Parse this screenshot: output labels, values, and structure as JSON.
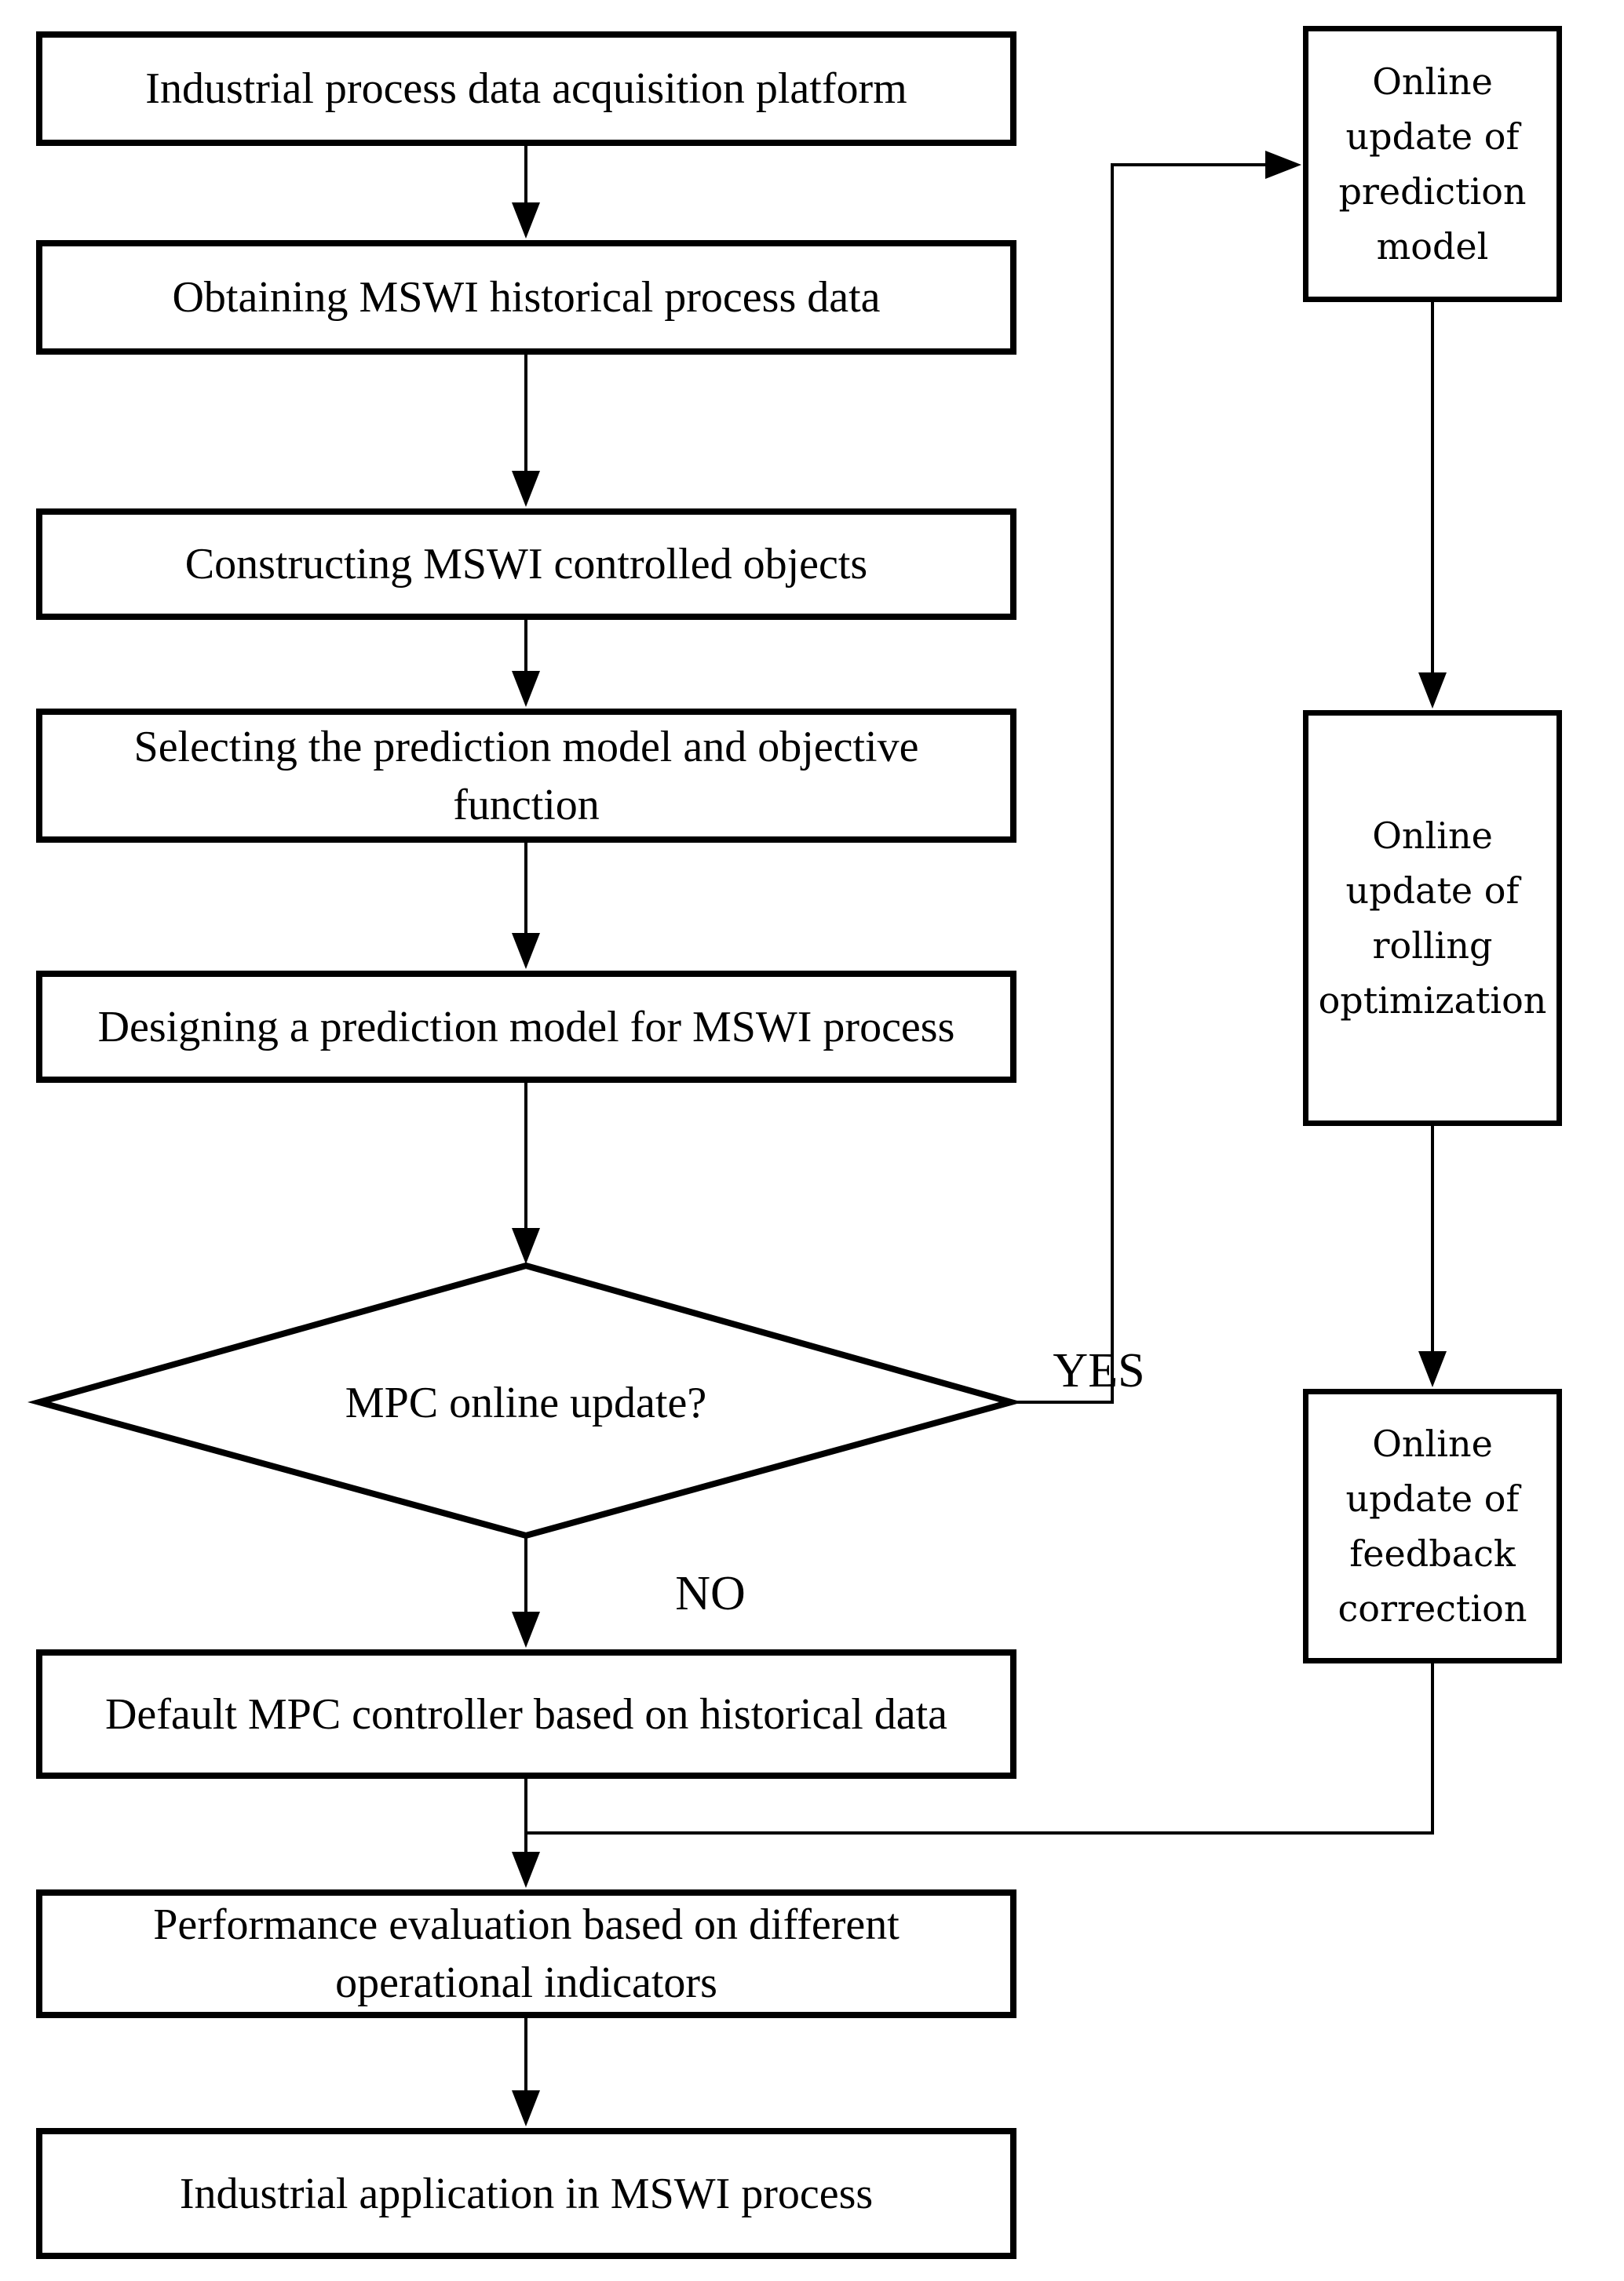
{
  "figure": {
    "background_color": "#ffffff",
    "line_color": "#000000",
    "type": "flowchart"
  },
  "nodes": {
    "platform": {
      "type": "process",
      "lines": [
        "Industrial process data acquisition platform"
      ]
    },
    "obtain": {
      "type": "process",
      "lines": [
        "Obtaining MSWI historical process data"
      ]
    },
    "construct": {
      "type": "process",
      "lines": [
        "Constructing MSWI controlled objects"
      ]
    },
    "select": {
      "type": "process",
      "lines": [
        "Selecting the prediction model and objective",
        "function"
      ]
    },
    "design": {
      "type": "process",
      "lines": [
        "Designing a prediction model for MSWI process"
      ]
    },
    "decision": {
      "type": "decision",
      "lines": [
        "MPC online update?"
      ]
    },
    "default_mpc": {
      "type": "process",
      "lines": [
        "Default MPC controller based on historical data"
      ]
    },
    "performance": {
      "type": "process",
      "lines": [
        "Performance evaluation based on different",
        "operational indicators"
      ]
    },
    "industrial_app": {
      "type": "process",
      "lines": [
        "Industrial application in MSWI process"
      ]
    },
    "update_prediction": {
      "type": "process",
      "lines": [
        "Online",
        "update of",
        "prediction",
        "model"
      ]
    },
    "update_rolling": {
      "type": "process",
      "lines": [
        "Online",
        "update of",
        "rolling",
        "optimization"
      ]
    },
    "update_feedback": {
      "type": "process",
      "lines": [
        "Online",
        "update of",
        "feedback",
        "correction"
      ]
    }
  },
  "edge_labels": {
    "yes": "YES",
    "no": "NO"
  }
}
